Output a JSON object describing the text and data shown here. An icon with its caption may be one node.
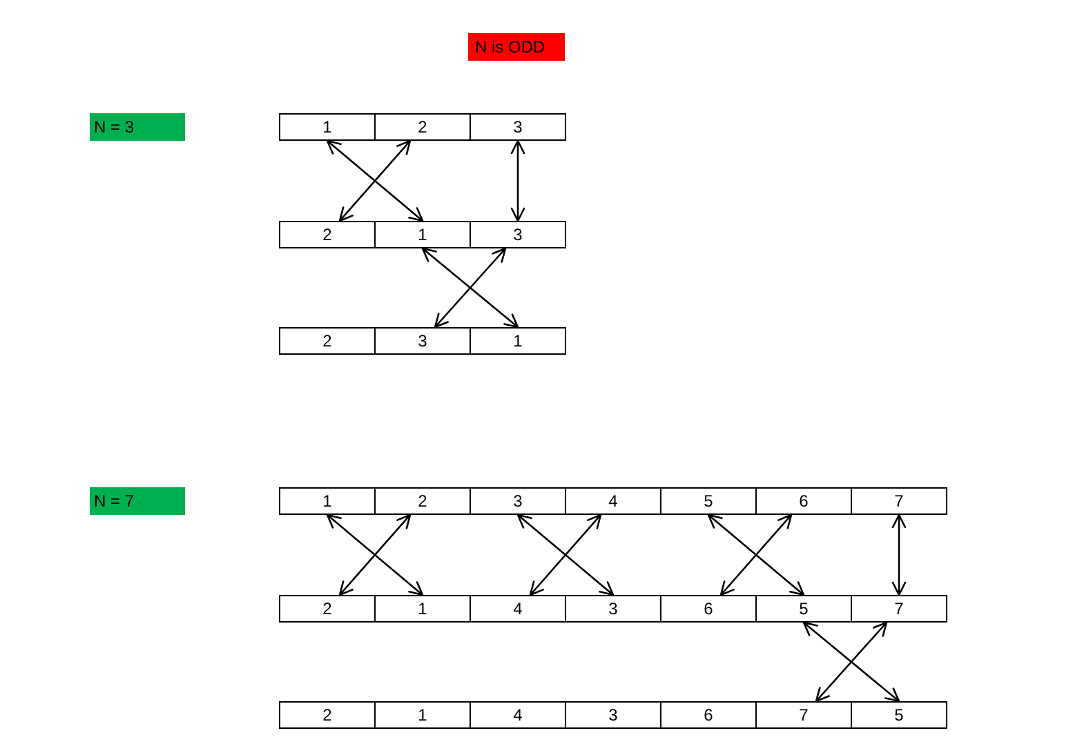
{
  "diagram": {
    "nodes": [
      {
        "text": [
          "N is ODD"
        ]
      },
      {
        "text": [
          "N = 3"
        ]
      },
      {
        "text": [
          "1"
        ]
      },
      {
        "text": [
          "2"
        ]
      },
      {
        "text": [
          "3"
        ]
      },
      {
        "text": [
          "2"
        ]
      },
      {
        "text": [
          "1"
        ]
      },
      {
        "text": [
          "3"
        ]
      },
      {
        "text": [
          "2"
        ]
      },
      {
        "text": [
          "3"
        ]
      },
      {
        "text": [
          "1"
        ]
      },
      {
        "text": [
          "N = 7"
        ]
      },
      {
        "text": [
          "1"
        ]
      },
      {
        "text": [
          "2"
        ]
      },
      {
        "text": [
          "3"
        ]
      },
      {
        "text": [
          "4"
        ]
      },
      {
        "text": [
          "5"
        ]
      },
      {
        "text": [
          "6"
        ]
      },
      {
        "text": [
          "7"
        ]
      },
      {
        "text": [
          "2"
        ]
      },
      {
        "text": [
          "1"
        ]
      },
      {
        "text": [
          "4"
        ]
      },
      {
        "text": [
          "3"
        ]
      },
      {
        "text": [
          "6"
        ]
      },
      {
        "text": [
          "5"
        ]
      },
      {
        "text": [
          "7"
        ]
      },
      {
        "text": [
          "2"
        ]
      },
      {
        "text": [
          "1"
        ]
      },
      {
        "text": [
          "4"
        ]
      },
      {
        "text": [
          "3"
        ]
      },
      {
        "text": [
          "6"
        ]
      },
      {
        "text": [
          "7"
        ]
      },
      {
        "text": [
          "5"
        ]
      }
    ],
    "edges": [
      {
        "from": 2,
        "to": 6,
        "arrow": "both"
      },
      {
        "from": 3,
        "to": 5,
        "arrow": "both"
      },
      {
        "from": 4,
        "to": 7,
        "arrow": "both"
      },
      {
        "from": 6,
        "to": 10,
        "arrow": "both"
      },
      {
        "from": 7,
        "to": 9,
        "arrow": "both"
      },
      {
        "from": 12,
        "to": 20,
        "arrow": "both"
      },
      {
        "from": 13,
        "to": 19,
        "arrow": "both"
      },
      {
        "from": 14,
        "to": 22,
        "arrow": "both"
      },
      {
        "from": 15,
        "to": 21,
        "arrow": "both"
      },
      {
        "from": 16,
        "to": 24,
        "arrow": "both"
      },
      {
        "from": 17,
        "to": 23,
        "arrow": "both"
      },
      {
        "from": 18,
        "to": 25,
        "arrow": "both"
      },
      {
        "from": 24,
        "to": 32,
        "arrow": "both"
      },
      {
        "from": 25,
        "to": 31,
        "arrow": "both"
      }
    ]
  }
}
